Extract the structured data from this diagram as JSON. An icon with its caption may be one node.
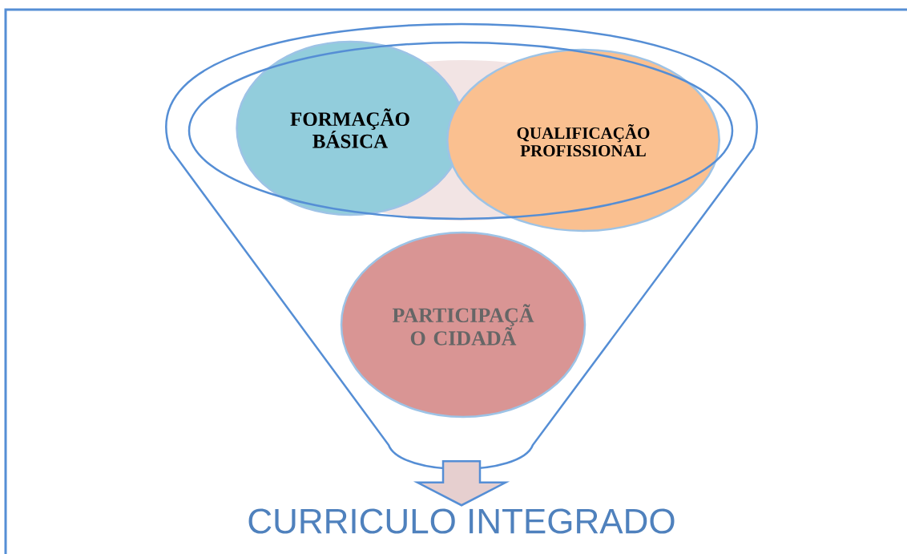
{
  "diagram": {
    "nodes": [
      {
        "text": [],
        "shape": "funnel"
      },
      {
        "text": [
          "FORMAÇÃO BÁSICA"
        ],
        "in": 0
      },
      {
        "text": [
          "QUALIFICAÇÃO PROFISSIONAL"
        ],
        "in": 0
      },
      {
        "text": [
          "PARTICIPAÇÃ O CIDADÃ"
        ],
        "in": 0
      },
      {
        "text": [
          "CURRICULO INTEGRADO"
        ]
      }
    ],
    "edges": [
      {
        "from": 0,
        "to": 4,
        "arrow": "to"
      }
    ]
  }
}
